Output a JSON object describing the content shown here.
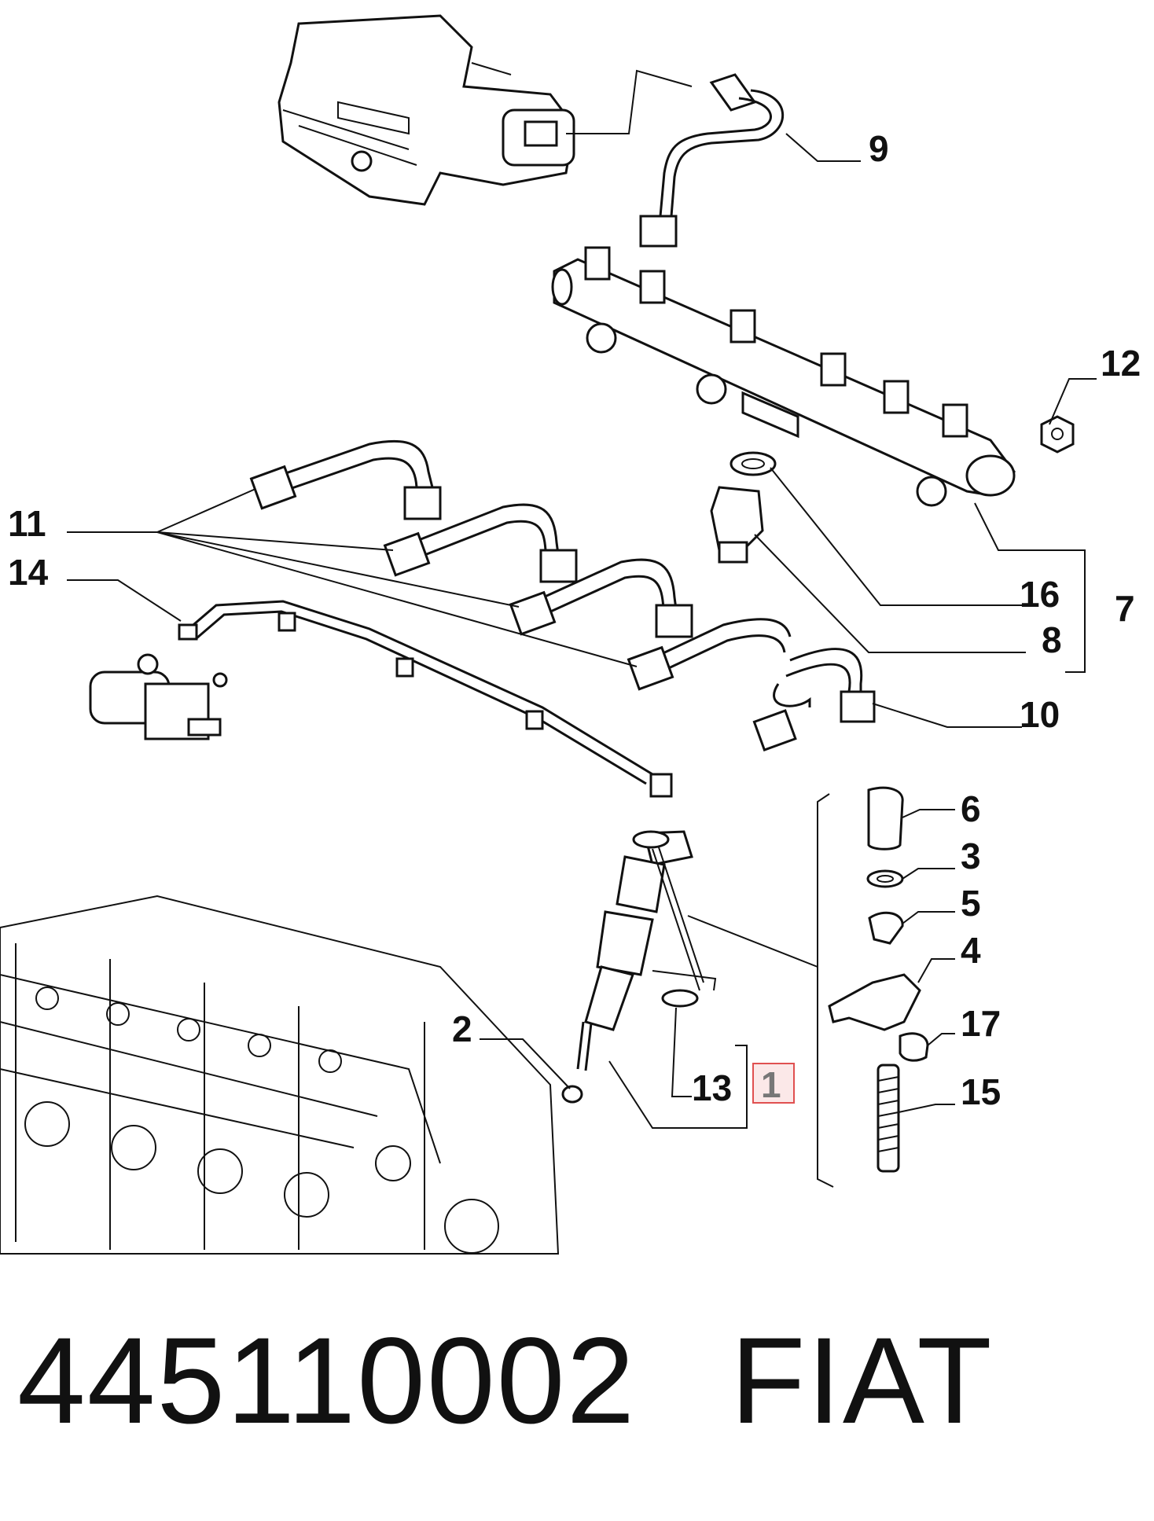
{
  "diagram": {
    "callouts": {
      "c1": "1",
      "c2": "2",
      "c3": "3",
      "c4": "4",
      "c5": "5",
      "c6": "6",
      "c7": "7",
      "c8": "8",
      "c9": "9",
      "c10": "10",
      "c11": "11",
      "c12": "12",
      "c13": "13",
      "c14": "14",
      "c15": "15",
      "c16": "16",
      "c17": "17"
    },
    "highlighted_callout": "1",
    "highlight_color": "#e05050"
  },
  "footer": {
    "part_number": "445110002",
    "brand": "FIAT"
  }
}
